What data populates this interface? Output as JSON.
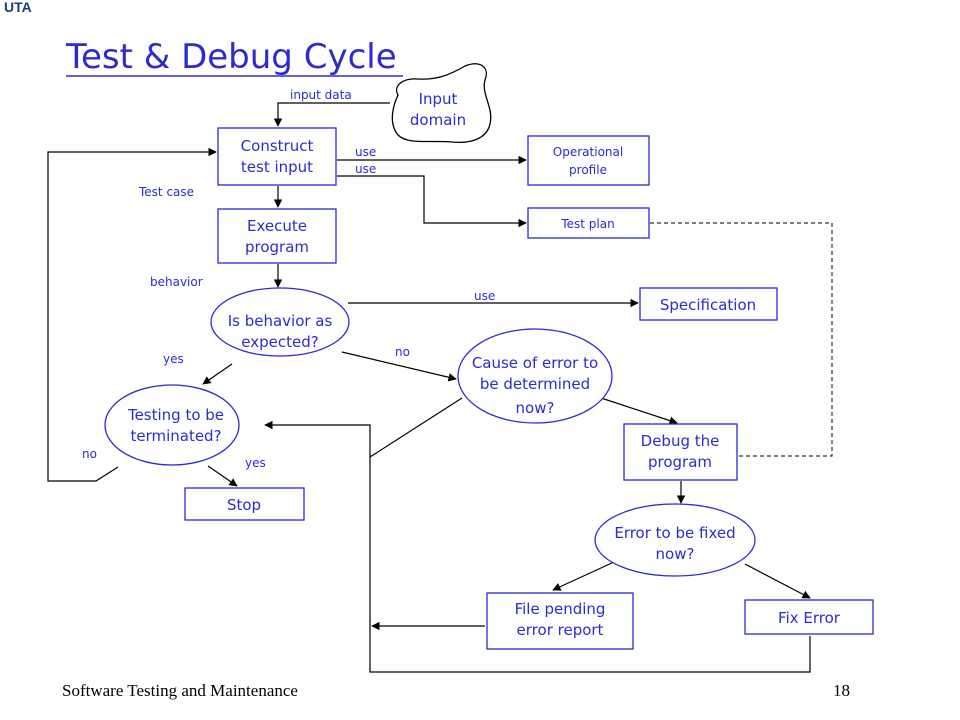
{
  "logo": "UTA",
  "title": "Test & Debug Cycle",
  "nodes": {
    "input_domain": [
      "Input",
      "domain"
    ],
    "construct": [
      "Construct",
      "test input"
    ],
    "execute": [
      "Execute",
      "program"
    ],
    "operational": [
      "Operational",
      "profile"
    ],
    "test_plan": "Test plan",
    "specification": "Specification",
    "is_behavior": [
      "Is behavior as",
      "expected?"
    ],
    "cause": [
      "Cause of error to",
      "be determined",
      "now?"
    ],
    "testing_term": [
      "Testing to be",
      "terminated?"
    ],
    "debug": [
      "Debug the",
      "program"
    ],
    "stop": "Stop",
    "error_fixed": [
      "Error to be fixed",
      "now?"
    ],
    "file_pending": [
      "File pending",
      "error report"
    ],
    "fix_error": "Fix Error"
  },
  "labels": {
    "input_data": "input data",
    "use1": "use",
    "use2": "use",
    "use3": "use",
    "test_case": "Test case",
    "behavior": "behavior",
    "yes1": "yes",
    "no1": "no",
    "no2": "no",
    "yes2": "yes"
  },
  "footer": {
    "course": "Software Testing and Maintenance",
    "page": "18"
  },
  "colors": {
    "text": "#2b2bd0",
    "lines": "#000000"
  }
}
